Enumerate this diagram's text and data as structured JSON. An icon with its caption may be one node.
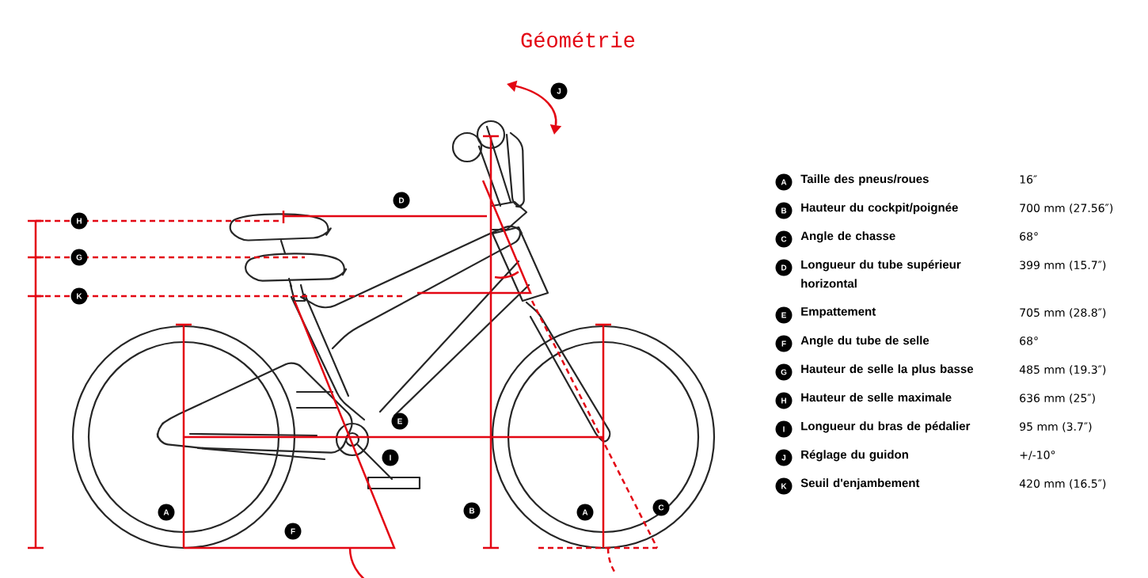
{
  "diagram": {
    "title": "Géométrie",
    "labels": [
      "J",
      "D",
      "H",
      "G",
      "K",
      "E",
      "I",
      "A",
      "B",
      "A",
      "C",
      "F",
      "A",
      "Taille des pneus/roues",
      "16″",
      "B",
      "Hauteur du cockpit/poignée",
      "700 mm (27.56″)",
      "C",
      "Angle de chasse",
      "68°",
      "D",
      "Longueur du tube supérieur horizontal",
      "399 mm (15.7″)",
      "E",
      "Empattement",
      "705 mm (28.8″)",
      "F",
      "Angle du tube de selle",
      "68°",
      "G",
      "Hauteur de selle la plus basse",
      "485 mm (19.3″)",
      "H",
      "Hauteur de selle maximale",
      "636 mm (25″)",
      "I",
      "Longueur du bras de pédalier",
      "95 mm (3.7″)",
      "J",
      "Réglage du guidon",
      "+/-10°",
      "K",
      "Seuil d'enjambement",
      "420 mm (16.5″)"
    ]
  }
}
